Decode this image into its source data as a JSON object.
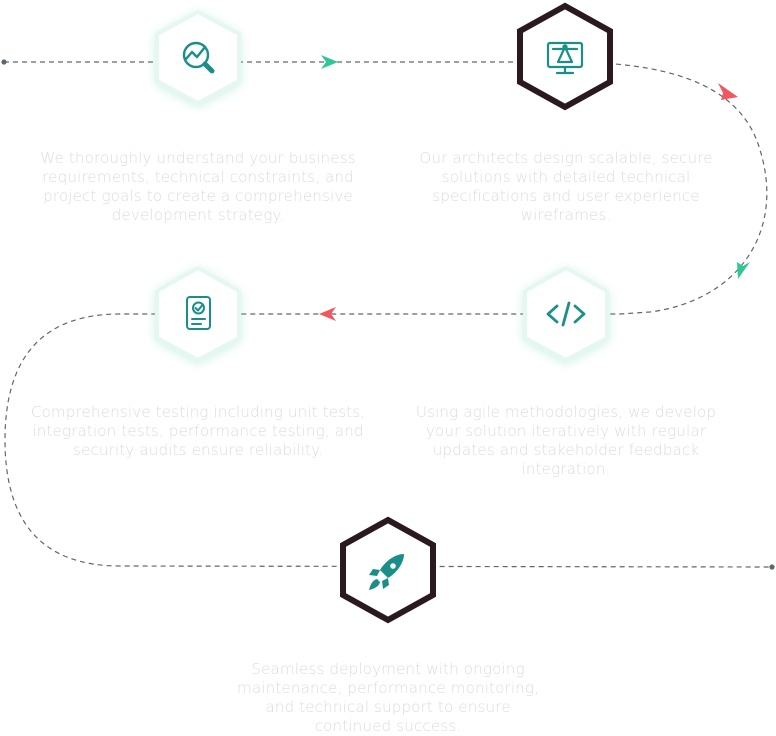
{
  "colors": {
    "teal": "#1a8f8a",
    "green_arrow": "#2ec896",
    "red_arrow": "#f0575f",
    "dark_frame": "#2a1a1f",
    "light_frame": "#e6f7f2",
    "connector": "#5f6670",
    "text": "#d9dcdf"
  },
  "steps": [
    {
      "icon": "analytics-search-icon",
      "frame": "light",
      "text": "We thoroughly understand your business requirements, technical constraints, and project goals to create a comprehensive development strategy."
    },
    {
      "icon": "design-monitor-icon",
      "frame": "dark",
      "text": "Our architects design scalable, secure solutions with detailed technical specifications and user experience wireframes."
    },
    {
      "icon": "code-icon",
      "frame": "light",
      "text": "Using agile methodologies, we develop your solution iteratively with regular updates and stakeholder feedback integration."
    },
    {
      "icon": "testing-certificate-icon",
      "frame": "light",
      "text": "Comprehensive testing including unit tests, integration tests, performance testing, and security audits ensure reliability."
    },
    {
      "icon": "rocket-icon",
      "frame": "dark",
      "text": "Seamless deployment with ongoing maintenance, performance monitoring, and technical support to ensure continued success."
    }
  ]
}
